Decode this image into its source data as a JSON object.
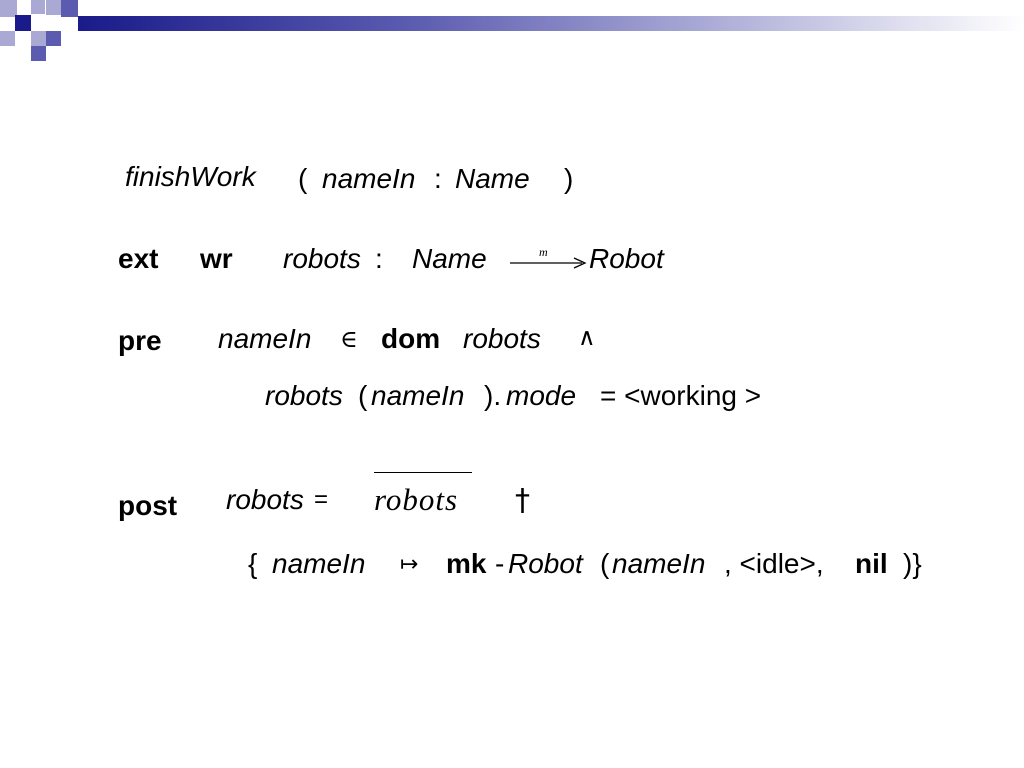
{
  "colors": {
    "accent_dark": "#1a1a8a",
    "accent_mid": "#5b5bb0",
    "accent_light": "#a9a9d4",
    "gradient_end": "#ffffff"
  },
  "decor": {
    "icon": "checkered-squares-logo"
  },
  "signature": {
    "name": "finishWork",
    "open": "(",
    "param": "nameIn",
    "colon": ":",
    "type": "Name",
    "close": ")"
  },
  "ext": {
    "keyword": "ext",
    "mode": "wr",
    "var": "robots",
    "colon": ":",
    "domain": "Name",
    "arrow_label": "m",
    "range": "Robot"
  },
  "pre": {
    "keyword": "pre",
    "line1": {
      "var": "nameIn",
      "in_symbol": "∈",
      "dom": "dom",
      "map": "robots",
      "and_symbol": "∧"
    },
    "line2": {
      "map": "robots",
      "open": "(",
      "arg": "nameIn",
      "close": ").",
      "field": "mode",
      "rest": "= <working >"
    }
  },
  "post": {
    "keyword": "post",
    "line1": {
      "lhs": "robots",
      "eq": "=",
      "old": "robots",
      "override": "†"
    },
    "line2": {
      "open": "{",
      "key": "nameIn",
      "maps_to": "↦",
      "mk": "mk",
      "dash": "-",
      "ctor": "Robot",
      "paren_open": "(",
      "arg1": "nameIn",
      "sep": ", <idle>,",
      "nil": "nil",
      "close": ")}"
    }
  }
}
